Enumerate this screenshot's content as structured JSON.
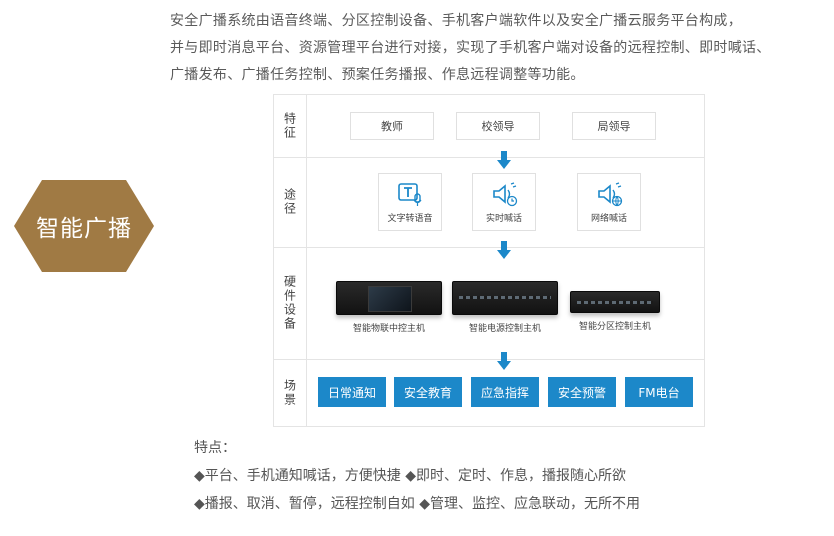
{
  "intro": {
    "line1": "安全广播系统由语音终端、分区控制设备、手机客户端软件以及安全广播云服务平台构成，",
    "line2": "并与即时消息平台、资源管理平台进行对接，实现了手机客户端对设备的远程控制、即时喊话、",
    "line3": "广播发布、广播任务控制、预案任务播报、作息远程调整等功能。"
  },
  "badge": {
    "label": "智能广播",
    "color": "#a07a44"
  },
  "diagram": {
    "rows": [
      {
        "label": "特征"
      },
      {
        "label": "途径"
      },
      {
        "label": "硬件设备"
      },
      {
        "label": "场景"
      }
    ],
    "roles": [
      "教师",
      "校领导",
      "局领导"
    ],
    "channels": [
      {
        "label": "文字转语音",
        "icon": "text-to-speech-icon"
      },
      {
        "label": "实时喊话",
        "icon": "realtime-speaker-icon"
      },
      {
        "label": "网络喊话",
        "icon": "network-speaker-icon"
      }
    ],
    "devices": [
      {
        "label": "智能物联中控主机",
        "icon": "iot-control-host-icon"
      },
      {
        "label": "智能电源控制主机",
        "icon": "power-control-host-icon"
      },
      {
        "label": "智能分区控制主机",
        "icon": "zone-control-host-icon"
      }
    ],
    "scenes": [
      "日常通知",
      "安全教育",
      "应急指挥",
      "安全预警",
      "FM电台"
    ],
    "accent_color": "#1c88c9"
  },
  "features": {
    "title": "特点：",
    "line1": "◆平台、手机通知喊话，方便快捷 ◆即时、定时、作息，播报随心所欲",
    "line2": "◆播报、取消、暂停，远程控制自如 ◆管理、监控、应急联动，无所不用"
  }
}
